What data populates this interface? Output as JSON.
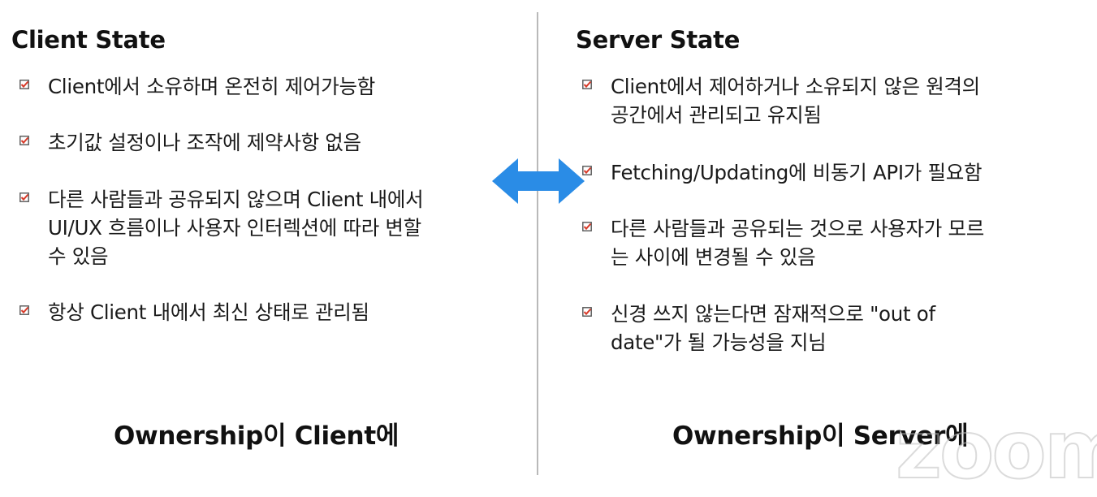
{
  "left": {
    "title": "Client State",
    "bullets": [
      "Client에서 소유하며 온전히 제어가능함",
      "초기값 설정이나 조작에 제약사항 없음",
      "다른 사람들과 공유되지 않으며 Client 내에서\nUI/UX 흐름이나 사용자 인터렉션에 따라 변할\n수 있음",
      "항상 Client 내에서 최신 상태로 관리됨"
    ],
    "footer": "Ownership이 Client에"
  },
  "right": {
    "title": "Server State",
    "bullets": [
      "Client에서 제어하거나 소유되지 않은 원격의\n공간에서 관리되고 유지됨",
      "Fetching/Updating에 비동기 API가 필요함",
      "다른 사람들과 공유되는 것으로 사용자가 모르\n는 사이에 변경될 수 있음",
      "신경 쓰지 않는다면 잠재적으로 \"out of\ndate\"가 될 가능성을 지님"
    ],
    "footer": "Ownership이 Server에"
  },
  "icons": {
    "bullet": "checkbox-check-icon",
    "center": "double-arrow-icon"
  },
  "colors": {
    "arrow": "#2a8ce6",
    "check_box": "#555555",
    "check_mark": "#d83b2a"
  },
  "watermark": "zoom"
}
